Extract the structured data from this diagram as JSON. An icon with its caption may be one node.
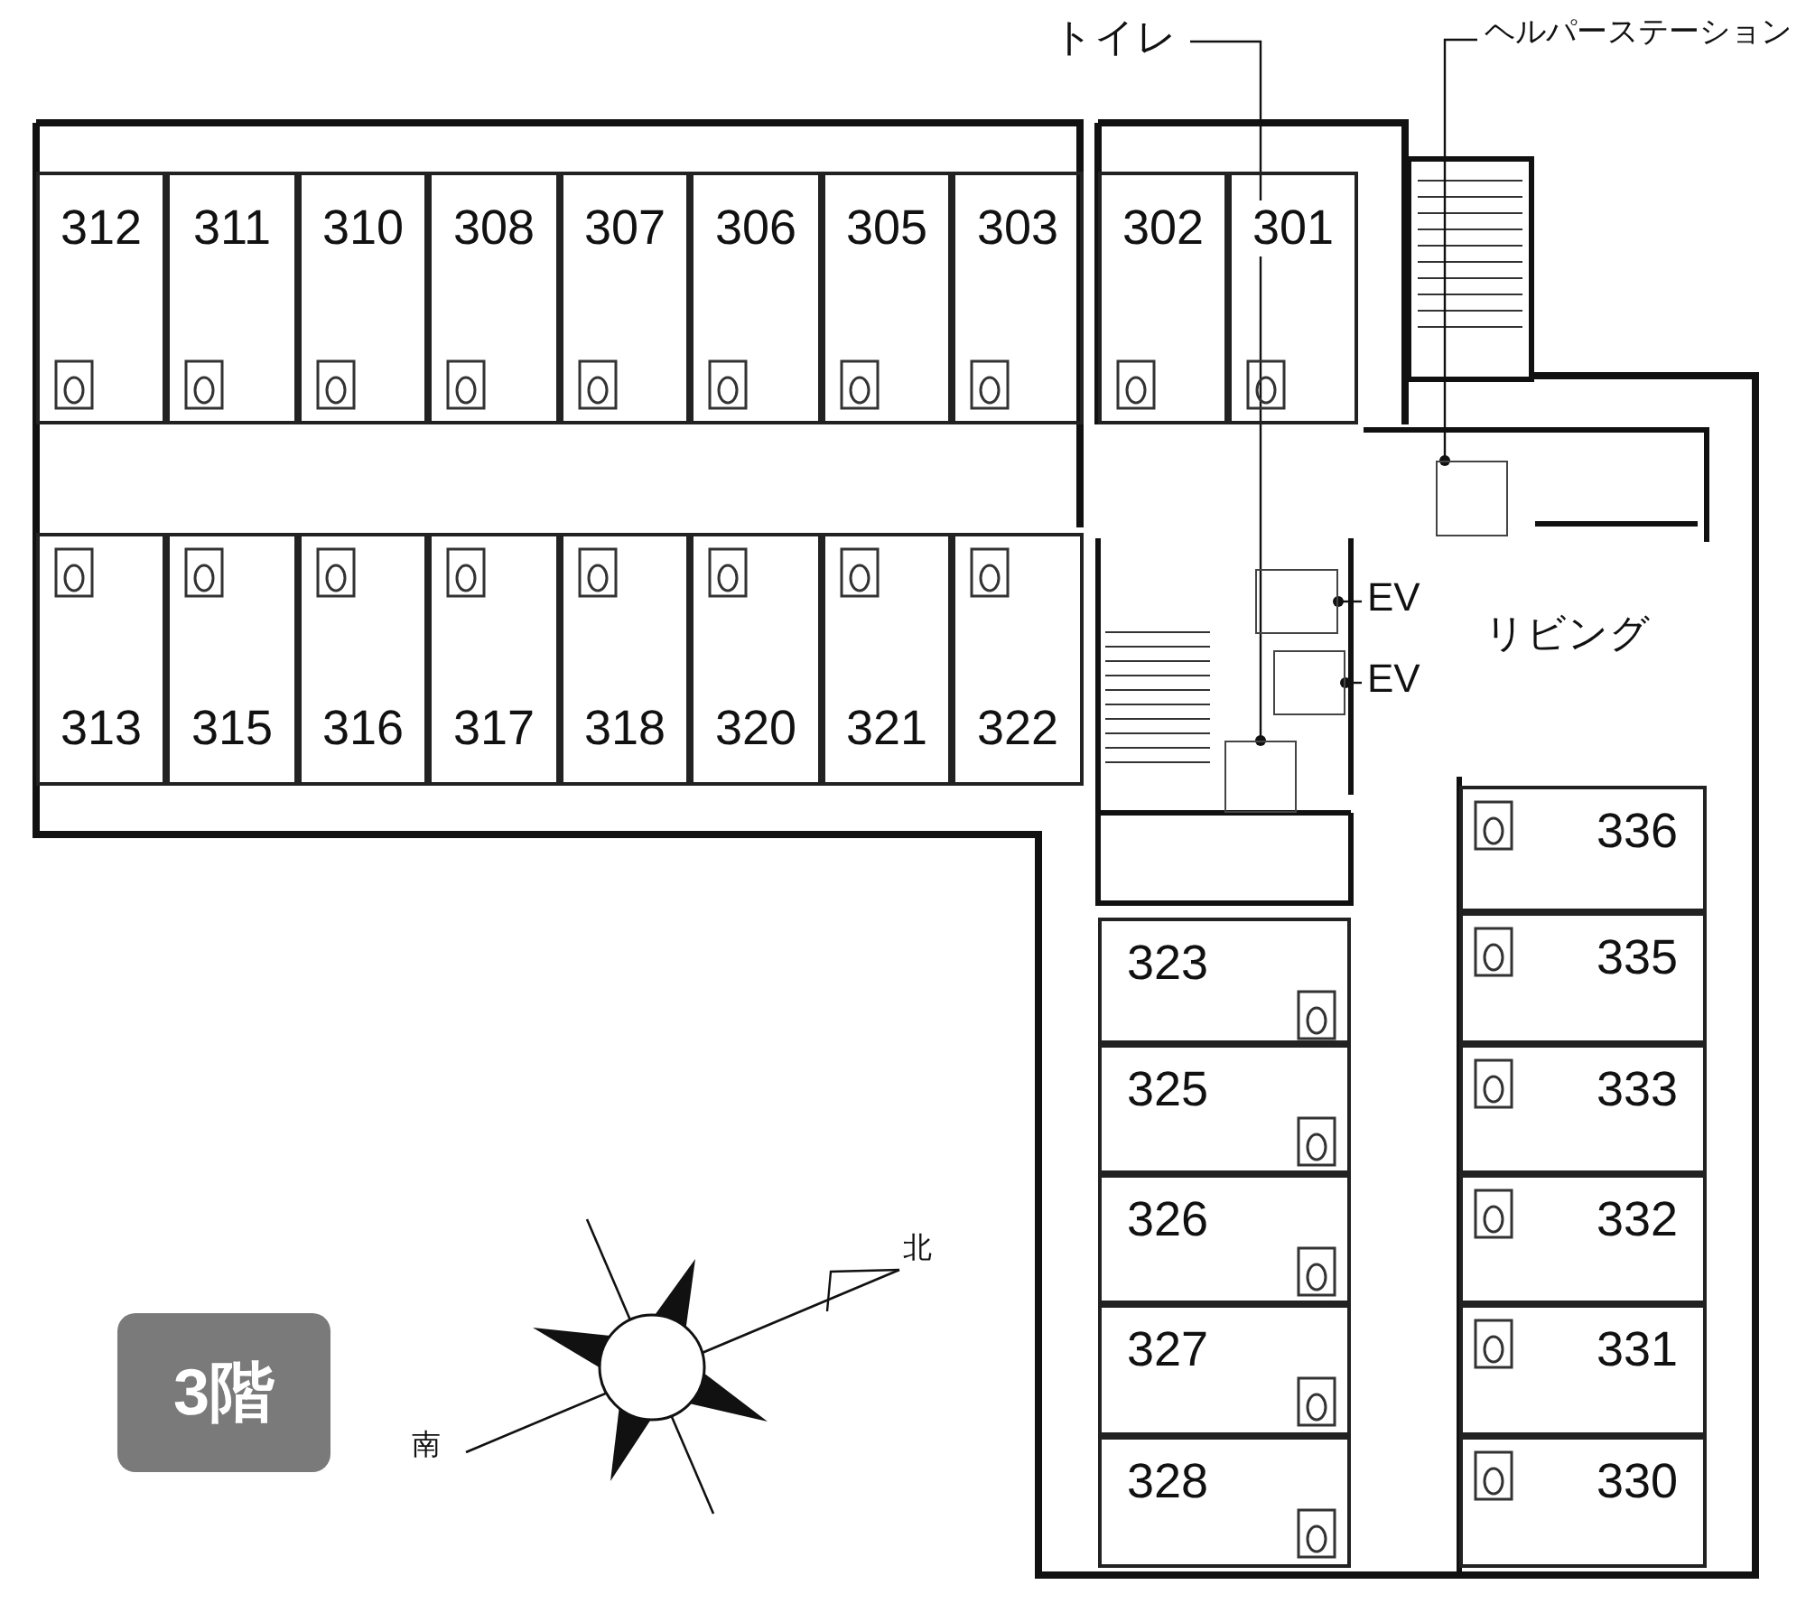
{
  "diagram": {
    "nodes": [
      {
        "text": [
          "312"
        ]
      },
      {
        "text": [
          "311"
        ]
      },
      {
        "text": [
          "310"
        ]
      },
      {
        "text": [
          "308"
        ]
      },
      {
        "text": [
          "307"
        ]
      },
      {
        "text": [
          "306"
        ]
      },
      {
        "text": [
          "305"
        ]
      },
      {
        "text": [
          "303"
        ]
      },
      {
        "text": [
          "302"
        ]
      },
      {
        "text": [
          "301"
        ]
      },
      {
        "text": [
          "313"
        ]
      },
      {
        "text": [
          "315"
        ]
      },
      {
        "text": [
          "316"
        ]
      },
      {
        "text": [
          "317"
        ]
      },
      {
        "text": [
          "318"
        ]
      },
      {
        "text": [
          "320"
        ]
      },
      {
        "text": [
          "321"
        ]
      },
      {
        "text": [
          "322"
        ]
      },
      {
        "text": [
          "323"
        ]
      },
      {
        "text": [
          "325"
        ]
      },
      {
        "text": [
          "326"
        ]
      },
      {
        "text": [
          "327"
        ]
      },
      {
        "text": [
          "328"
        ]
      },
      {
        "text": [
          "336"
        ]
      },
      {
        "text": [
          "335"
        ]
      },
      {
        "text": [
          "333"
        ]
      },
      {
        "text": [
          "332"
        ]
      },
      {
        "text": [
          "331"
        ]
      },
      {
        "text": [
          "330"
        ]
      },
      {
        "text": [
          "3階"
        ]
      },
      {
        "text": [
          "トイレ"
        ]
      },
      {
        "text": [],
        "shape": "box"
      },
      {
        "text": [
          "ヘルパーステーション"
        ]
      },
      {
        "text": [],
        "shape": "box"
      },
      {
        "text": [
          "EV"
        ]
      },
      {
        "text": [],
        "shape": "box"
      },
      {
        "text": [
          "EV"
        ]
      },
      {
        "text": [],
        "shape": "box"
      }
    ],
    "edges": [
      {
        "from": 30,
        "to": 31,
        "arrow": "other"
      },
      {
        "from": 32,
        "to": 33,
        "arrow": "other"
      },
      {
        "from": 34,
        "to": 35,
        "arrow": "other"
      },
      {
        "from": 36,
        "to": 37,
        "arrow": "other"
      }
    ],
    "labels": [
      "リビング",
      "北",
      "南"
    ]
  }
}
